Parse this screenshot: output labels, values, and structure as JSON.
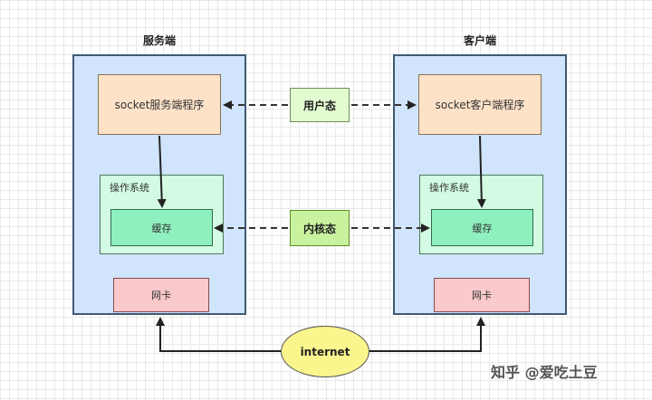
{
  "server": {
    "title": "服务端",
    "app": "socket服务端程序",
    "os": "操作系统",
    "cache": "缓存",
    "nic": "网卡"
  },
  "client": {
    "title": "客户端",
    "app": "socket客户端程序",
    "os": "操作系统",
    "cache": "缓存",
    "nic": "网卡"
  },
  "states": {
    "user": "用户态",
    "kernel": "内核态"
  },
  "network": "internet",
  "watermark": "知乎 @爱吃土豆",
  "colors": {
    "panel": "#d0e4fb",
    "app": "#fde2c8",
    "os": "#d3fbe3",
    "cache": "#8ef0bf",
    "nic": "#f9c9cb",
    "user_state": "#e2fbd0",
    "kernel_state": "#c8f29d",
    "internet": "#fbf58e"
  }
}
